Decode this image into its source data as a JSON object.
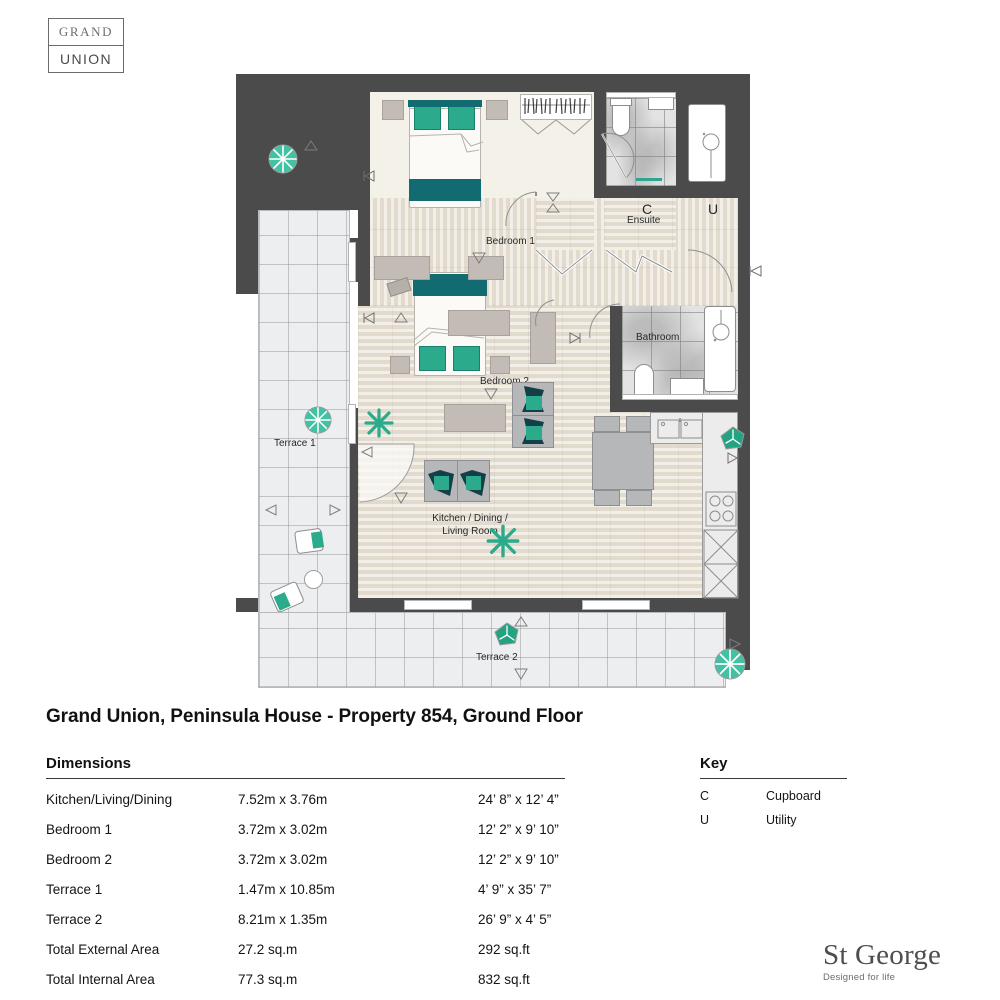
{
  "brand": {
    "logo_line1": "GRAND",
    "logo_line2": "UNION",
    "developer_name": "St George",
    "developer_tagline": "Designed for life"
  },
  "plan": {
    "title": "Grand Union, Peninsula House - Property 854, Ground Floor",
    "rooms": [
      {
        "id": "bedroom1",
        "label": "Bedroom 1"
      },
      {
        "id": "bedroom2",
        "label": "Bedroom 2"
      },
      {
        "id": "ensuite",
        "label": "Ensuite"
      },
      {
        "id": "bathroom",
        "label": "Bathroom"
      },
      {
        "id": "kitchen",
        "label_line1": "Kitchen / Dining /",
        "label_line2": "Living Room"
      },
      {
        "id": "terrace1",
        "label": "Terrace 1"
      },
      {
        "id": "terrace2",
        "label": "Terrace 2"
      },
      {
        "id": "cupboard",
        "label": "C"
      },
      {
        "id": "utility",
        "label": "U"
      }
    ],
    "colors": {
      "wall": "#4b4b4b",
      "room_floor": "#f4f1e8",
      "wood_floor": "#e6dfd1",
      "terrace_floor": "#edeef0",
      "tile_floor": "#e3e3e3",
      "accent_teal": "#136b72",
      "accent_green": "#2cab8c",
      "furniture_grey": "#c3bcb6"
    }
  },
  "dimensions": {
    "heading": "Dimensions",
    "rows": [
      {
        "name": "Kitchen/Living/Dining",
        "metric": "7.52m x 3.76m",
        "imperial": "24’ 8” x 12’ 4”"
      },
      {
        "name": "Bedroom 1",
        "metric": "3.72m x 3.02m",
        "imperial": "12’ 2” x 9’ 10”"
      },
      {
        "name": "Bedroom 2",
        "metric": "3.72m x 3.02m",
        "imperial": "12’ 2” x 9’ 10”"
      },
      {
        "name": "Terrace 1",
        "metric": "1.47m x 10.85m",
        "imperial": "4’ 9” x 35’ 7”"
      },
      {
        "name": "Terrace 2",
        "metric": "8.21m x 1.35m",
        "imperial": "26’ 9” x 4’ 5”"
      },
      {
        "name": "Total External Area",
        "metric": "27.2 sq.m",
        "imperial": "292 sq.ft"
      },
      {
        "name": "Total Internal Area",
        "metric": "77.3 sq.m",
        "imperial": "832 sq.ft"
      }
    ]
  },
  "key": {
    "heading": "Key",
    "rows": [
      {
        "symbol": "C",
        "meaning": "Cupboard"
      },
      {
        "symbol": "U",
        "meaning": "Utility"
      }
    ]
  }
}
